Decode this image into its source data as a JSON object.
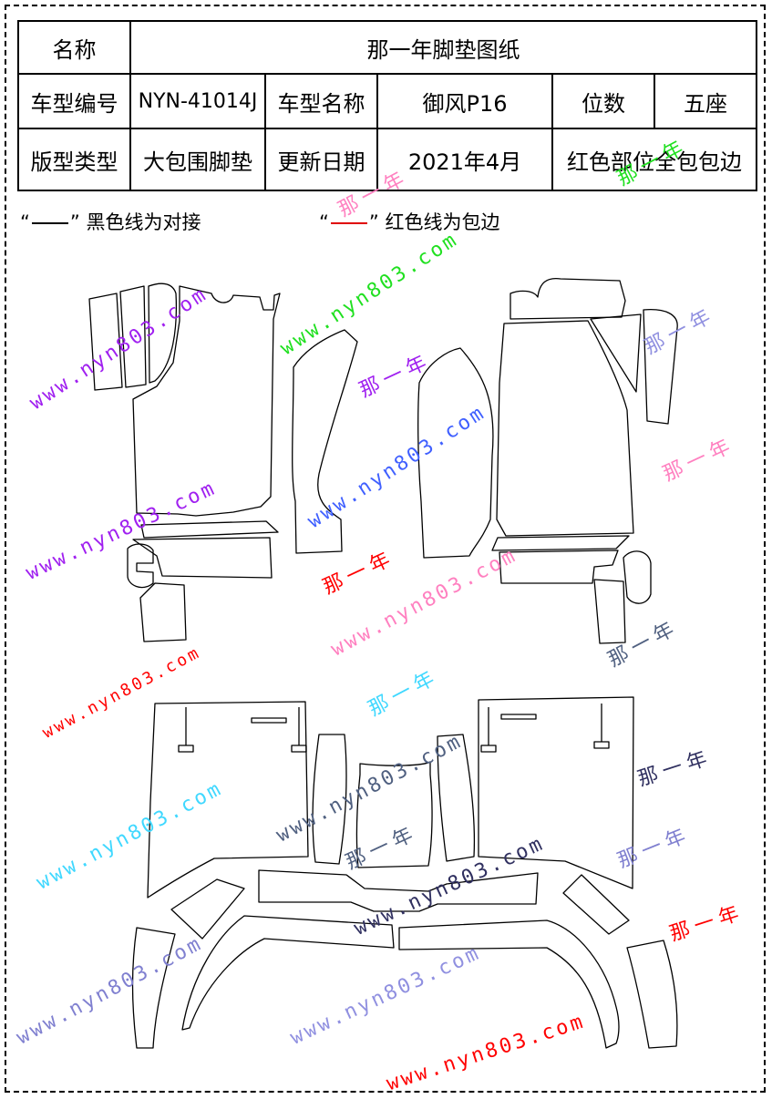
{
  "header": {
    "name_label": "名称",
    "name_value": "那一年脚垫图纸",
    "model_code_label": "车型编号",
    "model_code_value": "NYN-41014J",
    "model_name_label": "车型名称",
    "model_name_value": "御风P16",
    "seats_label": "位数",
    "seats_value": "五座",
    "style_label": "版型类型",
    "style_value": "大包围脚垫",
    "update_label": "更新日期",
    "update_value": "2021年4月",
    "note": "红色部位全包包边"
  },
  "legend": {
    "black_open": "“",
    "black_close": "”",
    "black_text": "黑色线为对接",
    "red_open": "“",
    "red_close": "”",
    "red_text": "红色线为包边"
  },
  "watermarks": {
    "site": "www.nyn803.com",
    "brand": "那一年"
  },
  "colors": {
    "purple": "#a020f0",
    "blue": "#4060ff",
    "green": "#20e020",
    "red": "#ff0000",
    "pink": "#ff80c0",
    "cyan": "#40d8ff",
    "navy": "#303060",
    "slate": "#506080"
  }
}
